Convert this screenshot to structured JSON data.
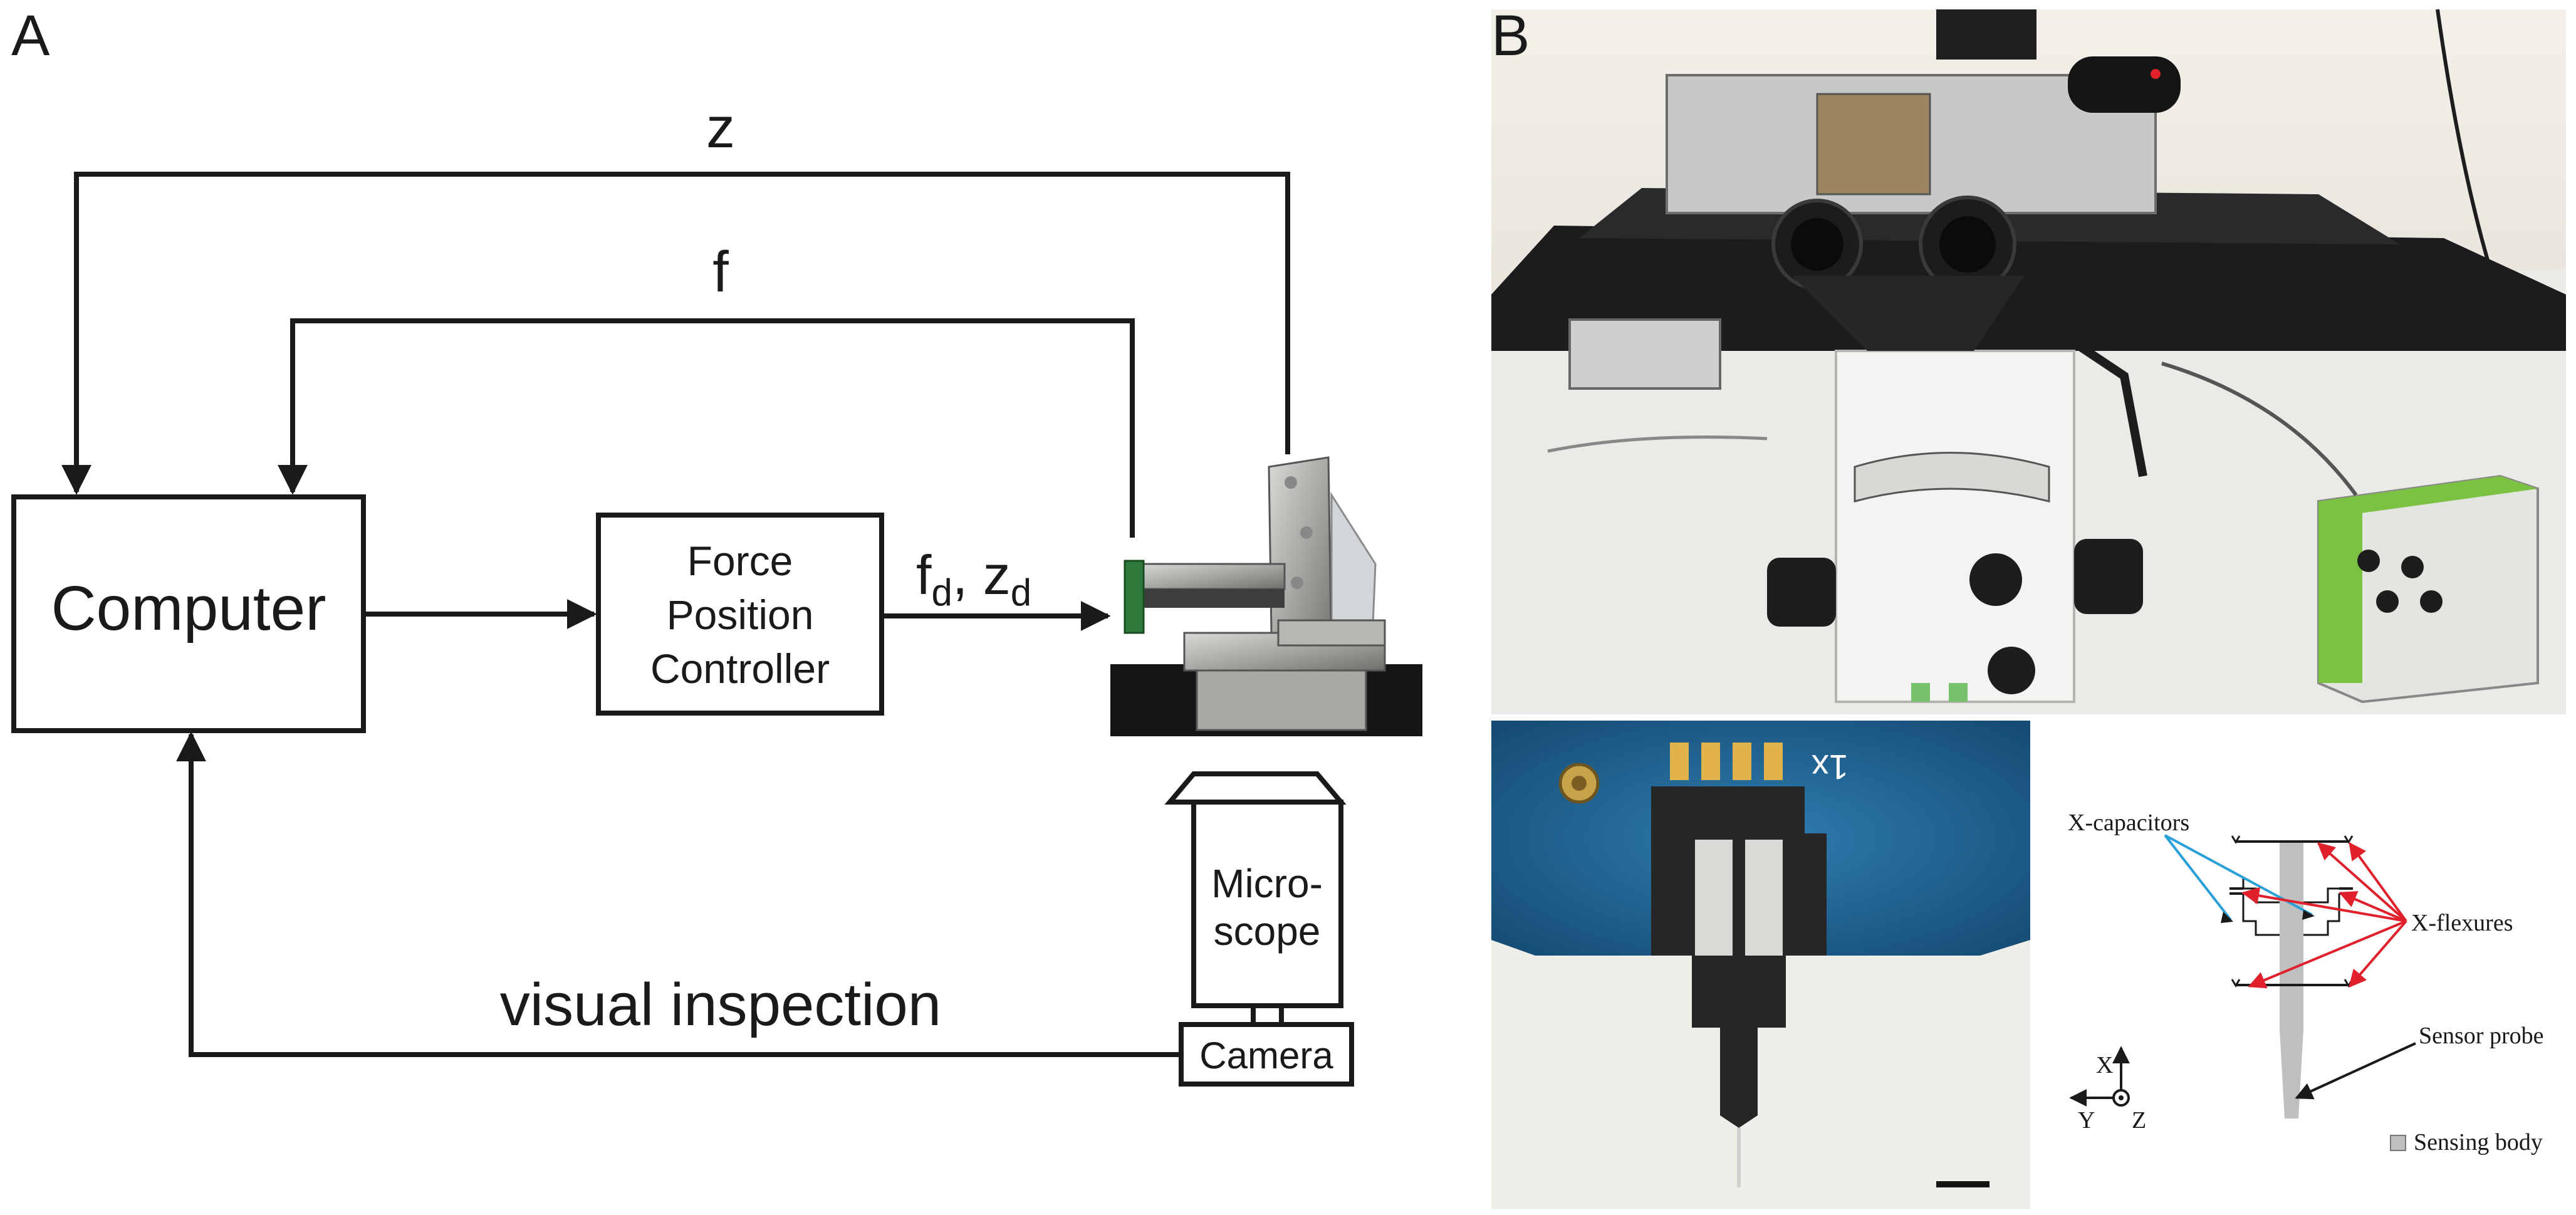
{
  "panel_a": {
    "label": "A",
    "signal_z": "z",
    "signal_f": "f",
    "computer_label": "Computer",
    "controller_line1": "Force",
    "controller_line2": "Position",
    "controller_line3": "Controller",
    "command_f": "f",
    "command_sub_d1": "d",
    "command_sep": ", z",
    "command_sub_d2": "d",
    "microscope_line1": "Micro-",
    "microscope_line2": "scope",
    "camera_label": "Camera",
    "visual_inspection": "visual inspection"
  },
  "panel_b": {
    "label": "B",
    "schematic": {
      "x_capacitors": "X-capacitors",
      "x_flexures": "X-flexures",
      "sensor_probe": "Sensor probe",
      "sensing_body": "Sensing body",
      "axis_x": "X",
      "axis_y": "Y",
      "axis_z": "Z"
    }
  },
  "colors": {
    "stroke": "#1a1a1a",
    "flexure_arrow": "#e0202a",
    "capacitor_line": "#2aa0d8",
    "sensing_body": "#bfbfbf",
    "photo_table": "#1c1c1e",
    "photo_wall": "#e9e5de",
    "pcb_blue": "#1f5f8f",
    "housing_green": "#7cc242"
  }
}
